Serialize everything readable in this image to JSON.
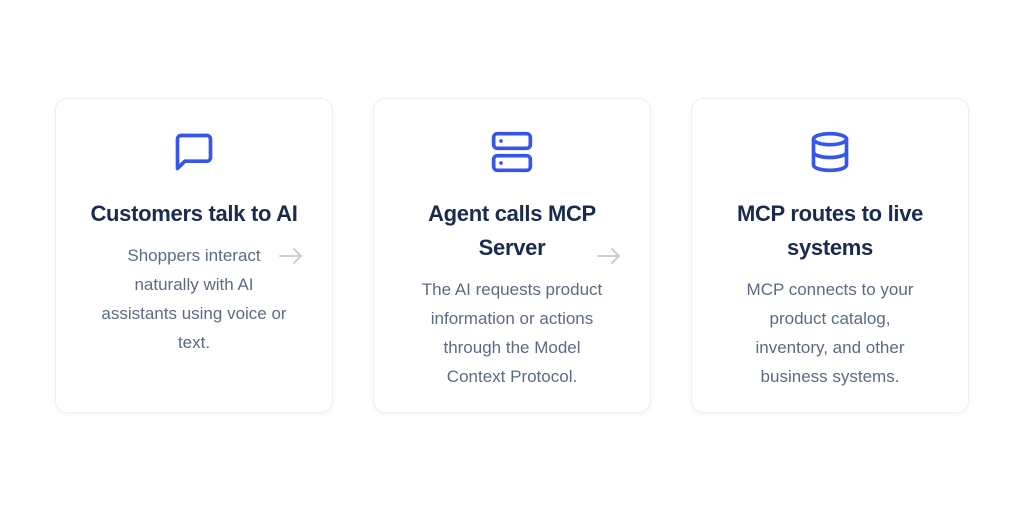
{
  "section": {
    "cards": [
      {
        "icon": "chat-bubble-icon",
        "title": "Customers talk to AI",
        "description": "Shoppers interact\nnaturally with AI\nassistants using voice or\ntext."
      },
      {
        "icon": "server-icon",
        "title": "Agent calls MCP\nServer",
        "description": "The AI requests product\ninformation or actions\nthrough the Model\nContext Protocol."
      },
      {
        "icon": "database-icon",
        "title": "MCP routes to live\nsystems",
        "description": "MCP connects to your\nproduct catalog,\ninventory, and other\nbusiness systems."
      }
    ],
    "arrows": [
      "right-arrow-icon",
      "right-arrow-icon"
    ],
    "colors": {
      "icon_accent": "#3556e8",
      "title_text": "#1a2b4e",
      "body_text": "#5c6b84",
      "card_border": "#edeff3",
      "arrow": "#c3c9d3",
      "background": "#ffffff"
    }
  }
}
